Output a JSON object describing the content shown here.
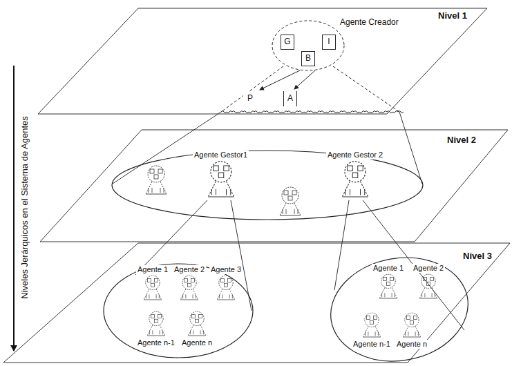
{
  "diagram": {
    "nodes": [
      {
        "text": [
          "Nivel 1"
        ]
      },
      {
        "text": [
          "Agente Creador"
        ],
        "in": 0
      },
      {
        "text": [
          "G"
        ],
        "in": 1
      },
      {
        "text": [
          "I"
        ],
        "in": 1
      },
      {
        "text": [
          "B"
        ],
        "in": 1
      },
      {
        "text": [
          "P"
        ],
        "in": 1
      },
      {
        "text": [
          "A"
        ],
        "in": 1
      },
      {
        "text": [
          "Nivel 2"
        ]
      },
      {
        "text": [
          "Agente Gestor1"
        ],
        "in": 7
      },
      {
        "text": [
          "Agente Gestor 2"
        ],
        "in": 7
      },
      {
        "text": [
          "Nivel 3"
        ]
      },
      {
        "text": [
          "Agente 1"
        ],
        "in": 10
      },
      {
        "text": [
          "Agente 2"
        ],
        "in": 10
      },
      {
        "text": [
          "Agente 3"
        ],
        "in": 10
      },
      {
        "text": [
          "Agente n-1"
        ],
        "in": 10
      },
      {
        "text": [
          "Agente n"
        ],
        "in": 10
      },
      {
        "text": [
          "Agente 1"
        ],
        "in": 10
      },
      {
        "text": [
          "Agente 2"
        ],
        "in": 10
      },
      {
        "text": [
          "Agente n-1"
        ],
        "in": 10
      },
      {
        "text": [
          "Agente n"
        ],
        "in": 10
      }
    ],
    "labels": [
      "Niveles Jerárquicos en el Sistema de Agentes"
    ]
  }
}
